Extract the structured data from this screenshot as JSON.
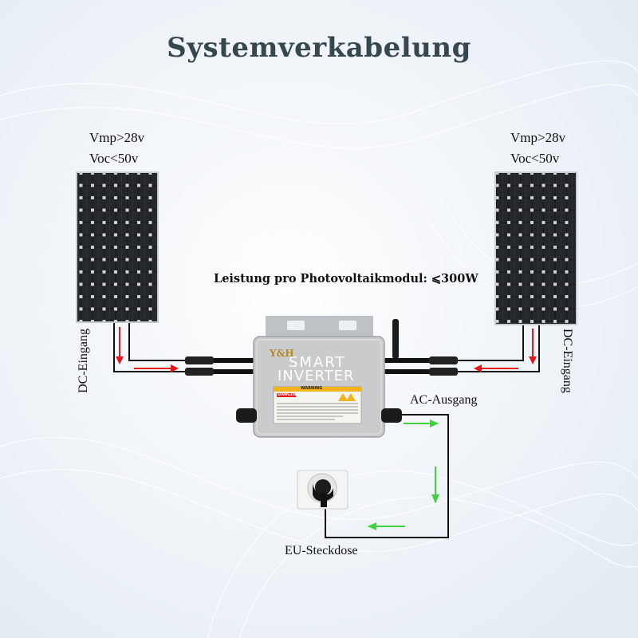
{
  "title": "Systemverkabelung",
  "left_panel": {
    "vmp": "Vmp>28v",
    "voc": "Voc<50v",
    "side_label": "DC-Eingang"
  },
  "right_panel": {
    "vmp": "Vmp>28v",
    "voc": "Voc<50v",
    "side_label": "DC-Eingang"
  },
  "power_note": "Leistung pro Photovoltaikmodul: ⩽300W",
  "inverter": {
    "brand": "Y&H",
    "line1": "SMART",
    "line2": "INVERTER",
    "warning_header": "WARNING",
    "danger_label": "DANGER!"
  },
  "ac_output_label": "AC-Ausgang",
  "socket_label": "EU-Steckdose",
  "colors": {
    "dc_arrow": "#e8141c",
    "ac_arrow": "#3fd13f",
    "title": "#37474f",
    "inverter_body": "#c9cbcc"
  }
}
